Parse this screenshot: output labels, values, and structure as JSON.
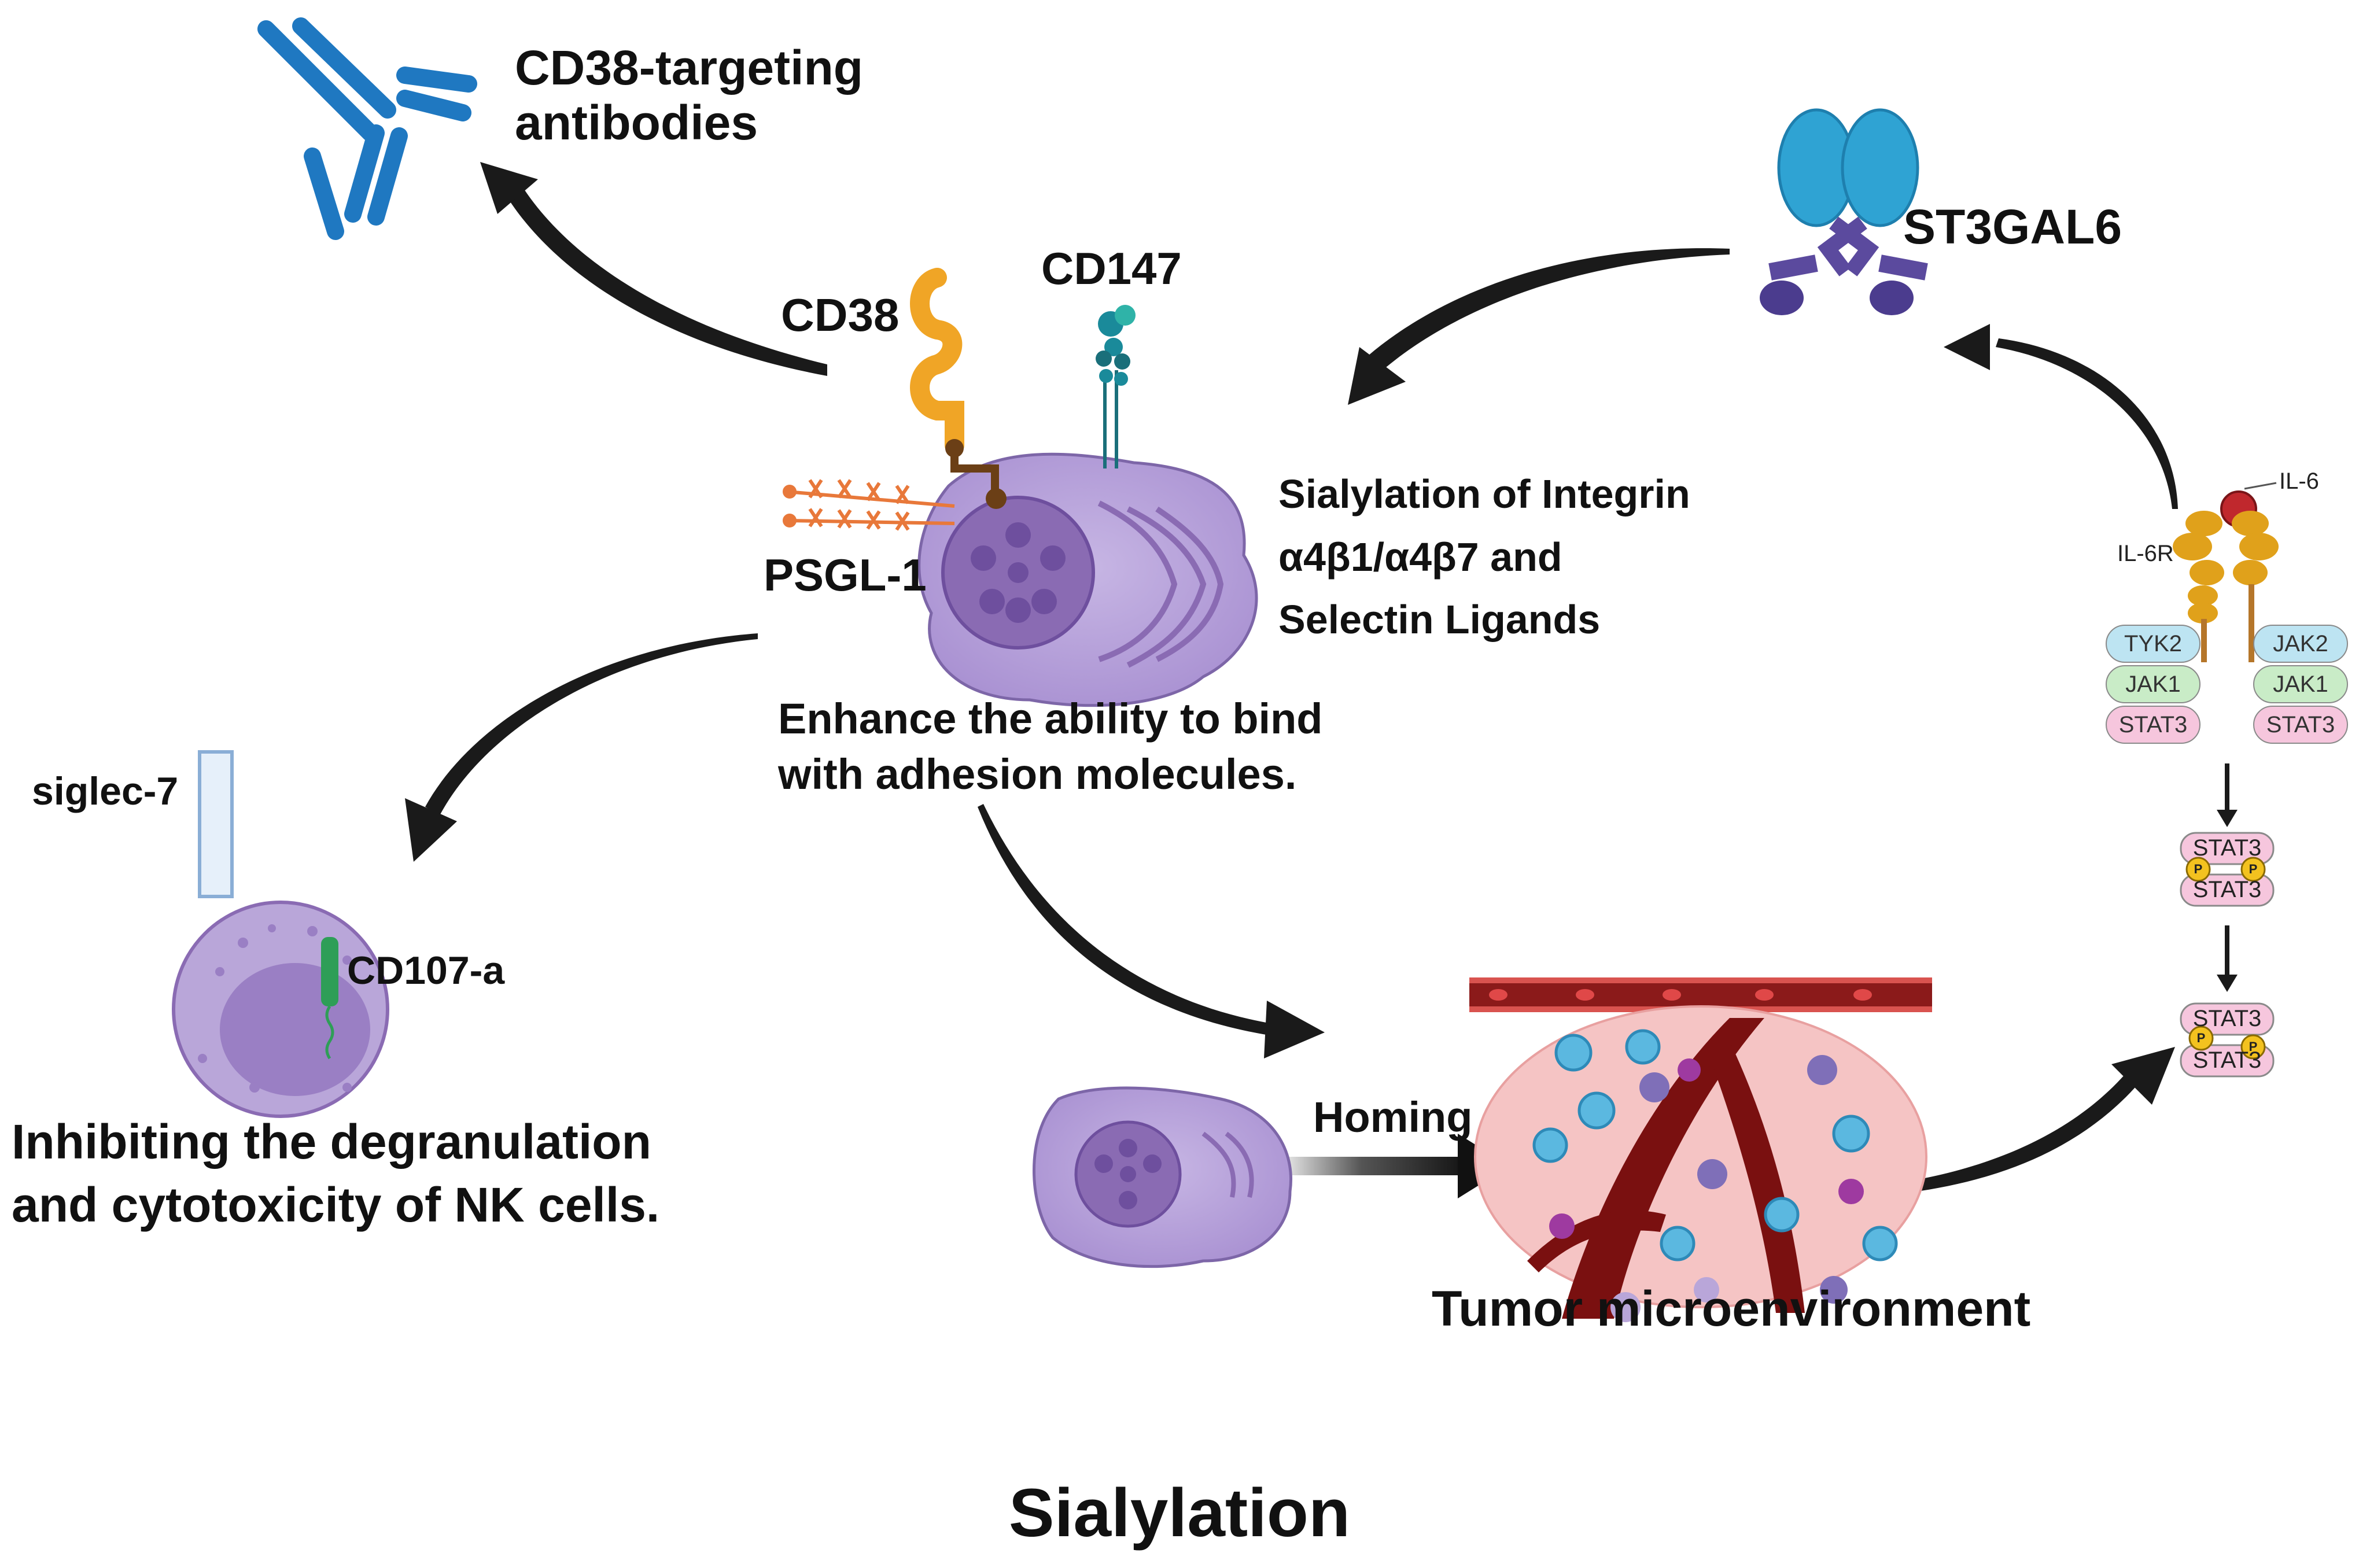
{
  "title": "Sialylation",
  "labels": {
    "antibodies": [
      "CD38-targeting",
      "antibodies"
    ],
    "cd38": "CD38",
    "cd147": "CD147",
    "psgl1": "PSGL-1",
    "st3gal6": "ST3GAL6",
    "sialylation_integrin": [
      "Sialylation of Integrin",
      "α4β1/α4β7 and",
      "Selectin Ligands"
    ],
    "enhance": [
      "Enhance the ability to bind",
      "with adhesion molecules."
    ],
    "siglec7": "siglec-7",
    "cd107a": "CD107-a",
    "nk_effect": [
      "Inhibiting the degranulation",
      "and cytotoxicity of NK cells."
    ],
    "homing": "Homing",
    "tme": "Tumor microenvironment",
    "il6": "IL-6",
    "il6r": "IL-6R"
  },
  "jak_stat": {
    "left_column": [
      "TYK2",
      "JAK1",
      "STAT3"
    ],
    "right_column": [
      "JAK2",
      "JAK1",
      "STAT3"
    ],
    "dimer_top": "STAT3",
    "dimer_bottom": "STAT3",
    "phospho": "P"
  },
  "colors": {
    "arrow": "#1a1a1a",
    "cell_fill": "#b9a6d9",
    "nucleus": "#8a6bb3",
    "antibody": "#1f78c1",
    "cd38": "#f0a526",
    "cd147": "#1a8a9a",
    "psgl1": "#e8783a",
    "st3gal6": "#2fa3d3",
    "vessel": "#8b1a1a",
    "tumor_cells": "#f2b2b2"
  }
}
